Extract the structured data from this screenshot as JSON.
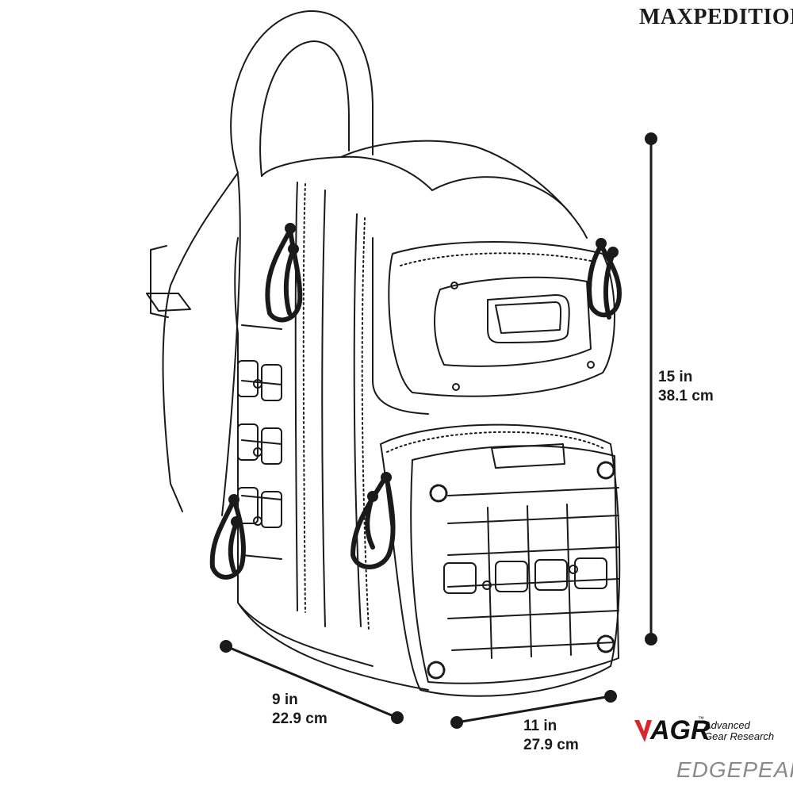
{
  "brand": "MAXPEDITION",
  "dimensions": {
    "height": {
      "imperial": "15 in",
      "metric": "38.1 cm"
    },
    "depth": {
      "imperial": "9 in",
      "metric": "22.9 cm"
    },
    "width": {
      "imperial": "11 in",
      "metric": "27.9 cm"
    }
  },
  "agr": {
    "logo": "AGR",
    "trademark": "™",
    "line1": "Advanced",
    "line2": "Gear Research",
    "accent_color": "#d7262e"
  },
  "product": {
    "name": "EDGEPEAK",
    "trademark": "™"
  },
  "colors": {
    "line": "#1a1a1a",
    "background": "#ffffff"
  }
}
